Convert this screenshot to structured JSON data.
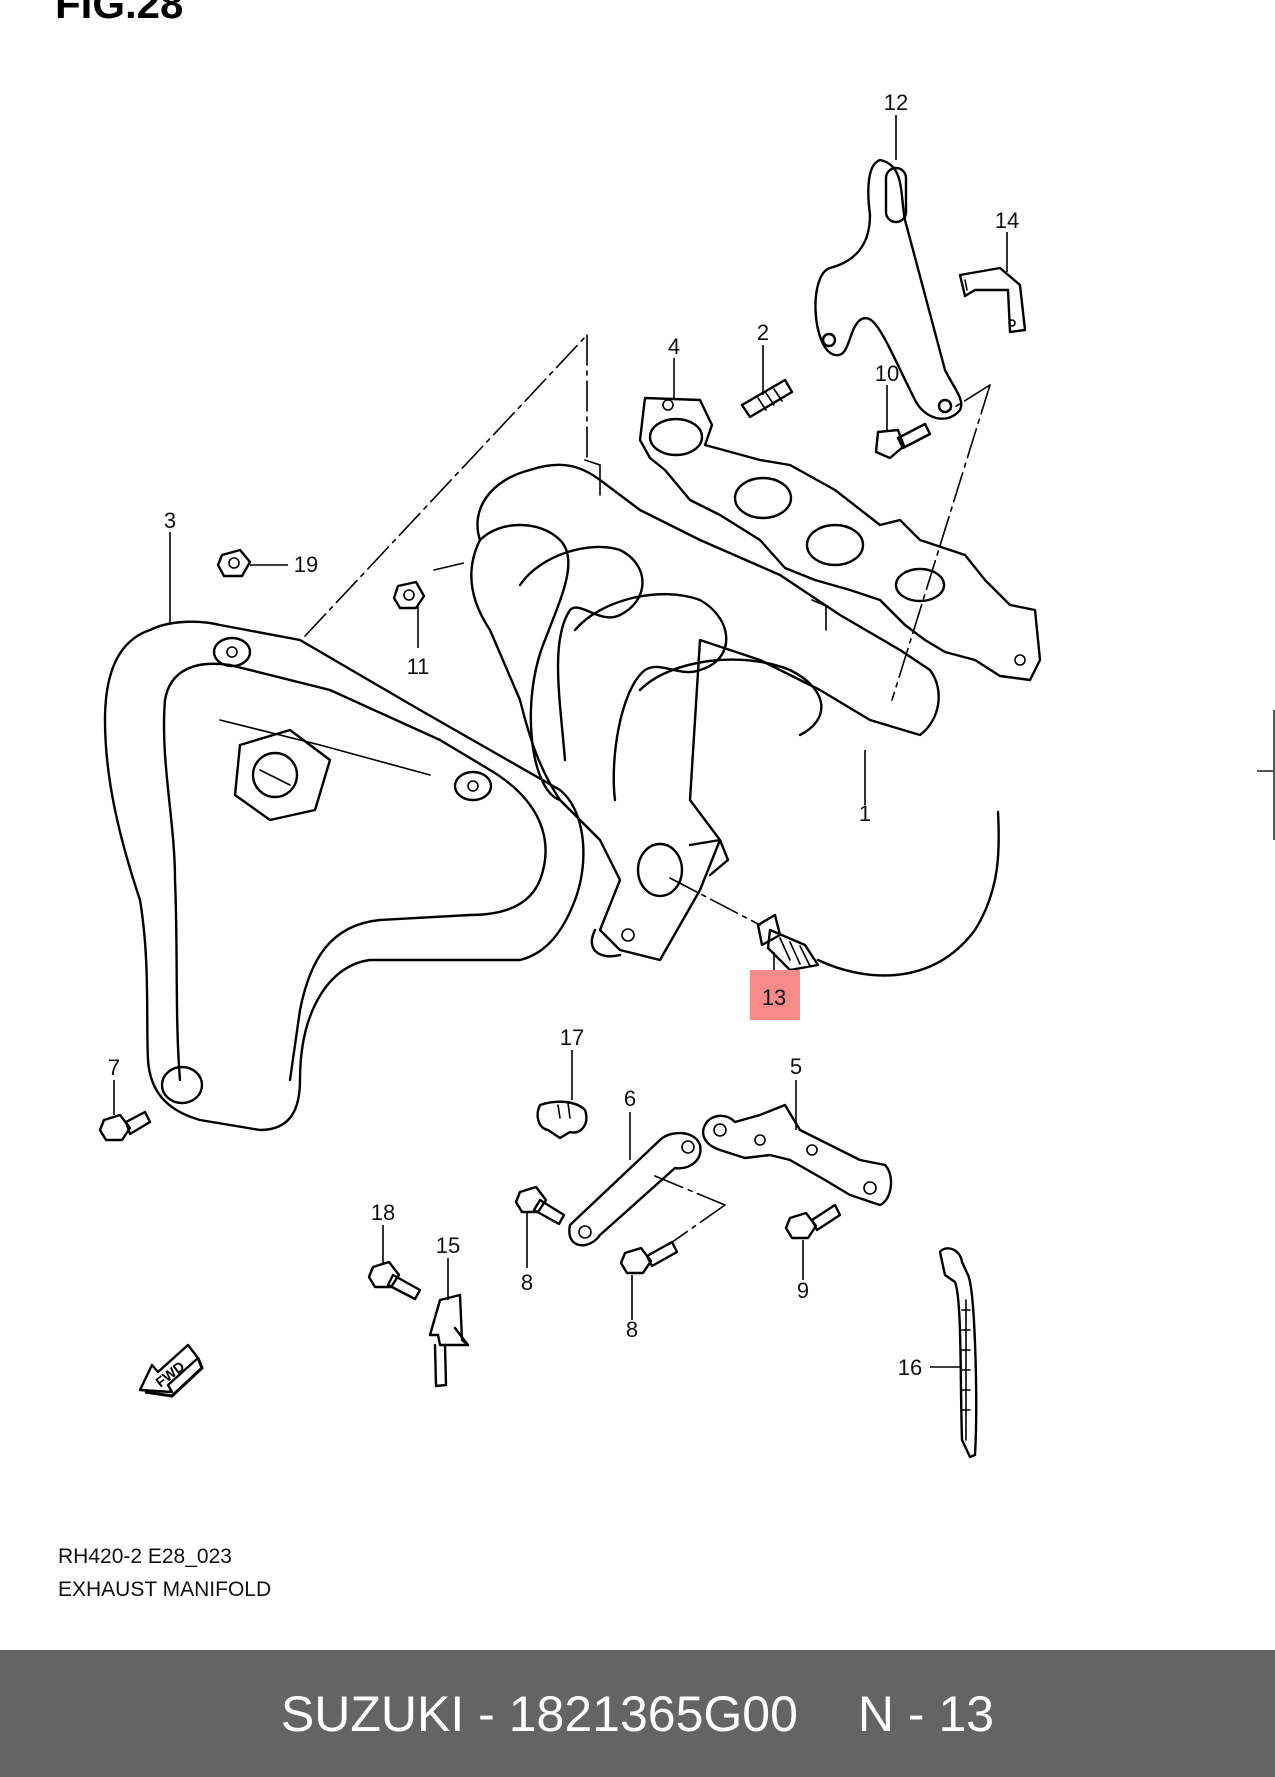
{
  "figure": {
    "title": "FIG.28"
  },
  "callouts": [
    {
      "id": "12",
      "label": "12"
    },
    {
      "id": "14",
      "label": "14"
    },
    {
      "id": "4",
      "label": "4"
    },
    {
      "id": "2",
      "label": "2"
    },
    {
      "id": "10",
      "label": "10"
    },
    {
      "id": "3",
      "label": "3"
    },
    {
      "id": "19",
      "label": "19"
    },
    {
      "id": "11",
      "label": "11"
    },
    {
      "id": "1",
      "label": "1"
    },
    {
      "id": "13",
      "label": "13",
      "highlighted": true
    },
    {
      "id": "7",
      "label": "7"
    },
    {
      "id": "17",
      "label": "17"
    },
    {
      "id": "5",
      "label": "5"
    },
    {
      "id": "6",
      "label": "6"
    },
    {
      "id": "18",
      "label": "18"
    },
    {
      "id": "15",
      "label": "15"
    },
    {
      "id": "8a",
      "label": "8"
    },
    {
      "id": "8b",
      "label": "8"
    },
    {
      "id": "9",
      "label": "9"
    },
    {
      "id": "16",
      "label": "16"
    }
  ],
  "fwd_arrow": {
    "label": "FWD"
  },
  "caption": {
    "code": "RH420-2 E28_023",
    "name": "EXHAUST MANIFOLD"
  },
  "footer": {
    "brand": "SUZUKI",
    "dash": "-",
    "part_number": "1821365G00",
    "ref": "N - 13"
  },
  "colors": {
    "highlight": "#f88a8a",
    "footer_bg": "#646464",
    "footer_text": "#ffffff"
  }
}
